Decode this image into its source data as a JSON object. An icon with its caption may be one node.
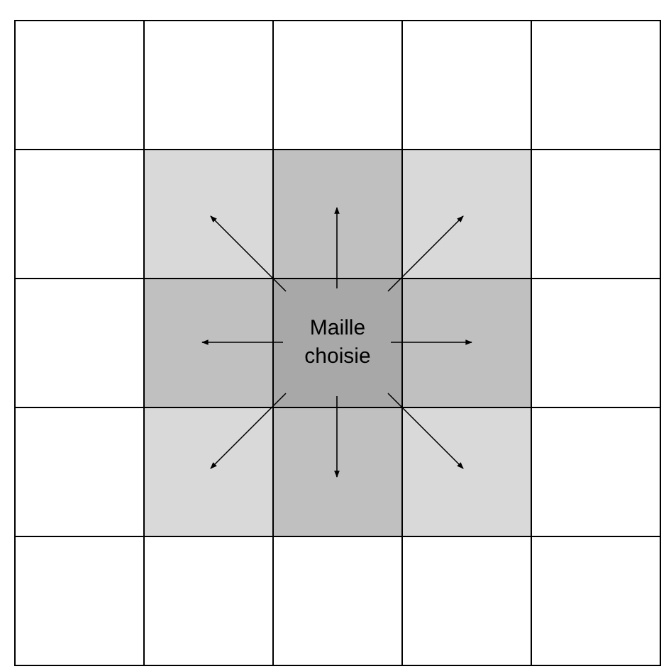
{
  "diagram": {
    "nodes": [
      {
        "text": [],
        "shape": "box"
      },
      {
        "text": [],
        "shape": "box"
      },
      {
        "text": [],
        "shape": "box"
      },
      {
        "text": [],
        "shape": "box"
      },
      {
        "text": [],
        "shape": "box"
      },
      {
        "text": [],
        "shape": "box"
      },
      {
        "text": [],
        "shape": "box"
      },
      {
        "text": [],
        "shape": "box"
      },
      {
        "text": [],
        "shape": "box"
      },
      {
        "text": [],
        "shape": "box"
      },
      {
        "text": [],
        "shape": "box"
      },
      {
        "text": [],
        "shape": "box"
      },
      {
        "text": [
          "Maille choisie"
        ]
      },
      {
        "text": [],
        "shape": "box"
      },
      {
        "text": [],
        "shape": "box"
      },
      {
        "text": [],
        "shape": "box"
      },
      {
        "text": [],
        "shape": "box"
      },
      {
        "text": [],
        "shape": "box"
      },
      {
        "text": [],
        "shape": "box"
      },
      {
        "text": [],
        "shape": "box"
      },
      {
        "text": [],
        "shape": "box"
      },
      {
        "text": [],
        "shape": "box"
      },
      {
        "text": [],
        "shape": "box"
      },
      {
        "text": [],
        "shape": "box"
      },
      {
        "text": [],
        "shape": "box"
      }
    ],
    "edges": [
      {
        "from": 12,
        "to": 6,
        "arrow": "to"
      },
      {
        "from": 12,
        "to": 7,
        "arrow": "to"
      },
      {
        "from": 12,
        "to": 8,
        "arrow": "to"
      },
      {
        "from": 12,
        "to": 11,
        "arrow": "to"
      },
      {
        "from": 12,
        "to": 13,
        "arrow": "to"
      },
      {
        "from": 12,
        "to": 16,
        "arrow": "to"
      },
      {
        "from": 12,
        "to": 17,
        "arrow": "to"
      },
      {
        "from": 12,
        "to": 18,
        "arrow": "to"
      }
    ]
  }
}
